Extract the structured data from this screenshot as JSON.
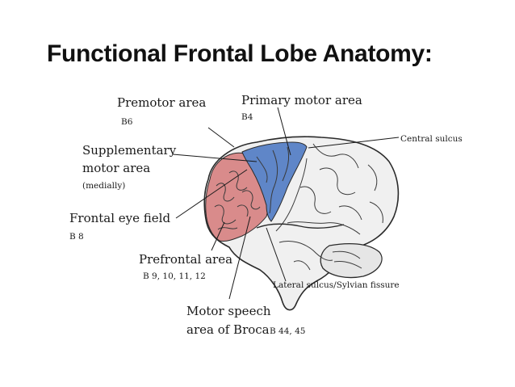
{
  "slide": {
    "title": "Functional Frontal Lobe Anatomy:"
  },
  "labels": {
    "premotor": {
      "name": "Premotor area",
      "code": "B6"
    },
    "primary_motor": {
      "name": "Primary motor area",
      "code": "B4"
    },
    "central_sulcus": {
      "name": "Central sulcus"
    },
    "supplementary": {
      "name_line1": "Supplementary",
      "name_line2": "motor area",
      "note": "(medially)"
    },
    "frontal_eye": {
      "name": "Frontal eye field",
      "code": "B 8"
    },
    "prefrontal": {
      "name": "Prefrontal area",
      "code": "B 9, 10, 11, 12"
    },
    "lateral_sulcus": {
      "name": "Lateral sulcus/Sylvian fissure"
    },
    "broca": {
      "name_line1": "Motor speech",
      "name_line2": "area of Broca",
      "code": "B 44, 45"
    }
  },
  "colors": {
    "prefrontal_fill": "#d98b8b",
    "motor_fill": "#5f86c8",
    "brain_fill": "#f0f0f0",
    "outline": "#2a2a2a"
  }
}
